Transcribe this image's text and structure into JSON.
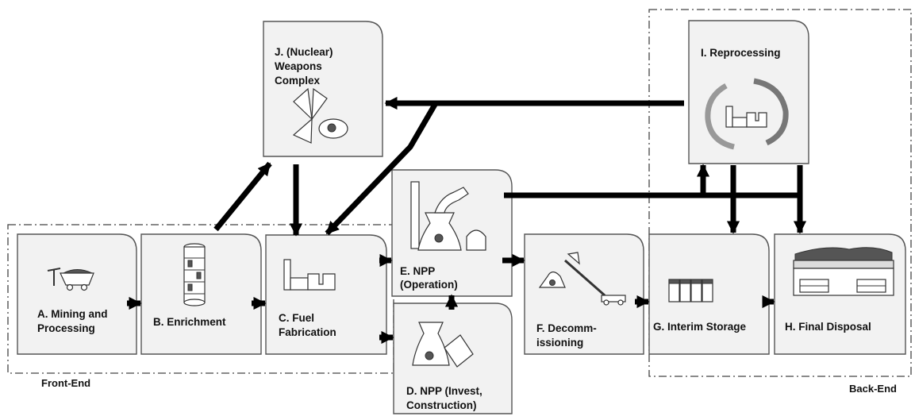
{
  "regions": {
    "front_end": "Front-End",
    "back_end": "Back-End"
  },
  "stages": {
    "A": [
      "A. Mining and",
      "Processing"
    ],
    "B": [
      "B. Enrichment"
    ],
    "C": [
      "C. Fuel",
      "Fabrication"
    ],
    "D": [
      "D. NPP (Invest,",
      "Construction)"
    ],
    "E": [
      "E. NPP",
      "(Operation)"
    ],
    "F": [
      "F. Decomm-",
      "issioning"
    ],
    "G": [
      "G. Interim Storage"
    ],
    "H": [
      "H. Final Disposal"
    ],
    "I": [
      "I. Reprocessing"
    ],
    "J": [
      "J. (Nuclear)",
      "Weapons",
      "Complex"
    ]
  },
  "icons": {
    "A": "mining-cart-icon",
    "B": "enrichment-centrifuge-icon",
    "C": "fuel-fabrication-plant-icon",
    "D": "npp-construction-icon",
    "E": "npp-operation-icon",
    "F": "decommissioning-icon",
    "G": "interim-storage-casks-icon",
    "H": "final-disposal-repository-icon",
    "I": "reprocessing-cycle-icon",
    "J": "nuclear-weapons-icon"
  },
  "colors": {
    "box_fill": "#f2f2f2",
    "box_stroke": "#555555",
    "arrow": "#000000"
  }
}
